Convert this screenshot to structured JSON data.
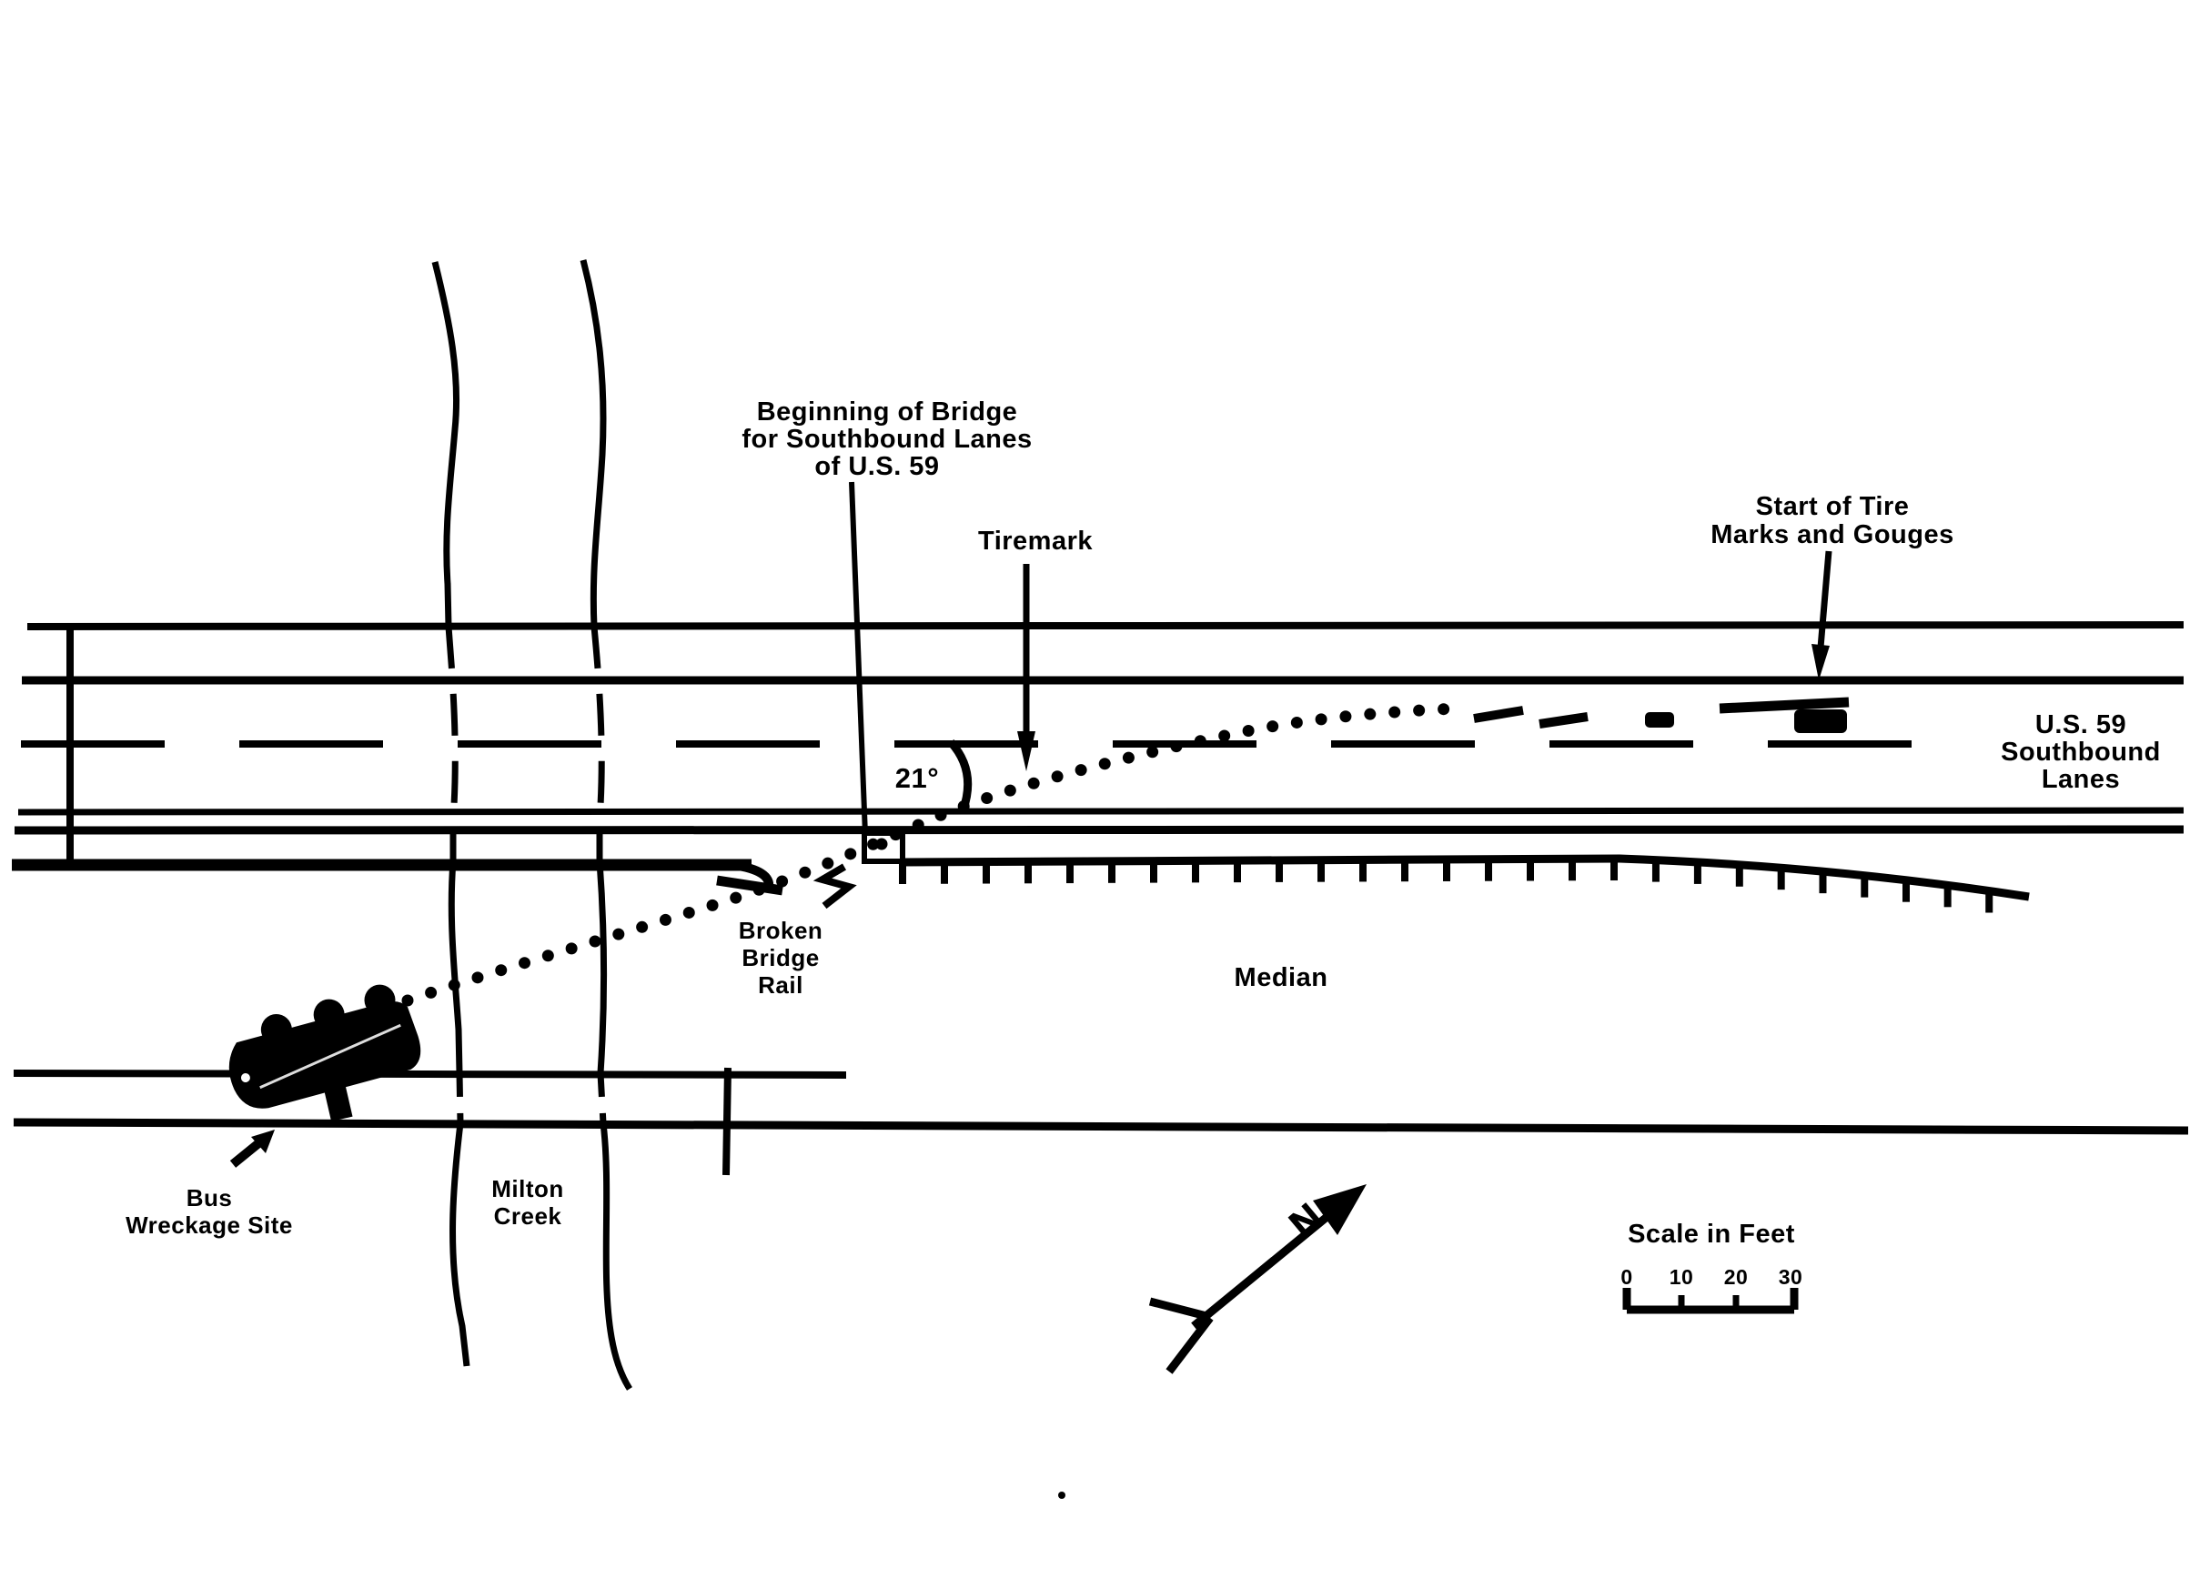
{
  "colors": {
    "ink": "#000000",
    "paper": "#ffffff"
  },
  "labels": {
    "bridge_begin": [
      "Beginning of Bridge",
      "for Southbound Lanes",
      "of U.S. 59"
    ],
    "tiremark": "Tiremark",
    "tire_marks_start": [
      "Start of Tire",
      "Marks and Gouges"
    ],
    "us59": [
      "U.S. 59",
      "Southbound",
      "Lanes"
    ],
    "angle": "21°",
    "broken_rail": [
      "Broken",
      "Bridge",
      "Rail"
    ],
    "median": "Median",
    "bus_site": [
      "Bus",
      "Wreckage Site"
    ],
    "creek": [
      "Milton",
      "Creek"
    ],
    "north_letter": "N",
    "scale_title": "Scale in Feet",
    "scale_ticks": [
      "0",
      "10",
      "20",
      "30"
    ]
  }
}
